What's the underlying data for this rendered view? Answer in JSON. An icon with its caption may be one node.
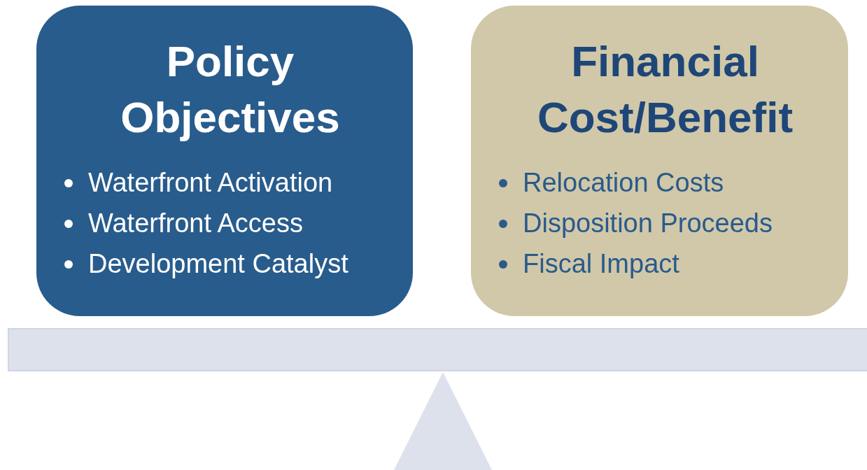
{
  "diagram": {
    "nodes": [
      {
        "text": [
          "Policy Objectives",
          "Waterfront Activation",
          "Waterfront Access",
          "Development Catalyst"
        ]
      },
      {
        "text": [
          "Financial Cost/Benefit",
          "Relocation Costs",
          "Disposition Proceeds",
          "Fiscal Impact"
        ]
      }
    ]
  }
}
